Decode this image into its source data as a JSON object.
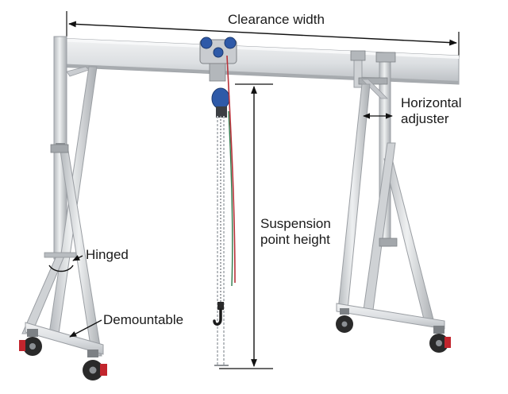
{
  "labels": {
    "clearance_width": "Clearance width",
    "suspension_line1": "Suspension",
    "suspension_line2": "point height",
    "horizontal_line1": "Horizontal",
    "horizontal_line2": "adjuster",
    "hinged": "Hinged",
    "demountable": "Demountable"
  },
  "colors": {
    "aluminium_light": "#e6e8ea",
    "aluminium_mid": "#c9ccd0",
    "aluminium_dark": "#9a9ea3",
    "trolley_blue": "#2f5aa8",
    "chain_red": "#b8323a",
    "chain_green": "#2e7a4a",
    "arrow": "#111111",
    "wheel": "#2a2a2a"
  },
  "icons": {
    "trolley": "trolley-hoist-icon",
    "hook": "hook-icon",
    "castor": "castor-wheel-icon"
  }
}
